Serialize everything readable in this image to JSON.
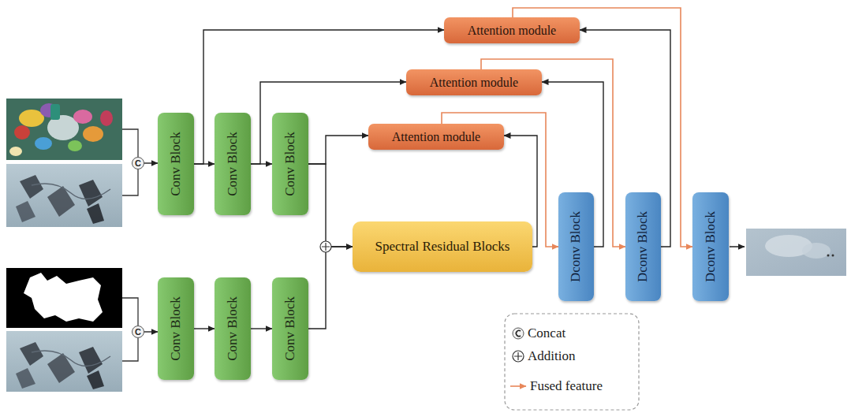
{
  "diagram": {
    "nodes": [
      {
        "text": [
          "C"
        ]
      },
      {
        "text": [
          "Conv Block"
        ]
      },
      {
        "text": [
          "Conv Block"
        ]
      },
      {
        "text": [
          "Conv Block"
        ]
      },
      {
        "text": [
          "C"
        ]
      },
      {
        "text": [
          "Conv Block"
        ]
      },
      {
        "text": [
          "Conv Block"
        ]
      },
      {
        "text": [
          "Conv Block"
        ]
      },
      {
        "text": [
          "Attention module"
        ]
      },
      {
        "text": [
          "Attention module"
        ]
      },
      {
        "text": [
          "Attention module"
        ]
      },
      {
        "text": [
          "Spectral Residual Blocks"
        ]
      },
      {
        "text": [
          "Dconv Block"
        ]
      },
      {
        "text": [
          "Dconv Block"
        ]
      },
      {
        "text": [
          "Dconv Block"
        ]
      }
    ],
    "edges": [
      {
        "from": 0,
        "to": 1,
        "arrow": "to"
      },
      {
        "from": 1,
        "to": 2,
        "arrow": "to"
      },
      {
        "from": 2,
        "to": 3,
        "arrow": "to"
      },
      {
        "from": 4,
        "to": 5,
        "arrow": "to"
      },
      {
        "from": 5,
        "to": 6,
        "arrow": "to"
      },
      {
        "from": 6,
        "to": 7,
        "arrow": "to"
      },
      {
        "from": 1,
        "to": 8,
        "arrow": "to"
      },
      {
        "from": 2,
        "to": 9,
        "arrow": "to"
      },
      {
        "from": 3,
        "to": 10,
        "arrow": "to"
      },
      {
        "from": 3,
        "to": 11,
        "arrow": "to"
      },
      {
        "from": 7,
        "to": 11,
        "arrow": "to"
      },
      {
        "from": 11,
        "to": 10,
        "arrow": "to"
      },
      {
        "from": 10,
        "to": 12,
        "arrow": "to"
      },
      {
        "from": 12,
        "to": 9,
        "arrow": "to"
      },
      {
        "from": 9,
        "to": 13,
        "arrow": "to"
      },
      {
        "from": 13,
        "to": 8,
        "arrow": "to"
      },
      {
        "from": 8,
        "to": 14,
        "arrow": "to"
      }
    ],
    "legend": [
      {
        "text": "Concat"
      },
      {
        "text": "Addition"
      },
      {
        "text": "Fused feature"
      }
    ]
  }
}
